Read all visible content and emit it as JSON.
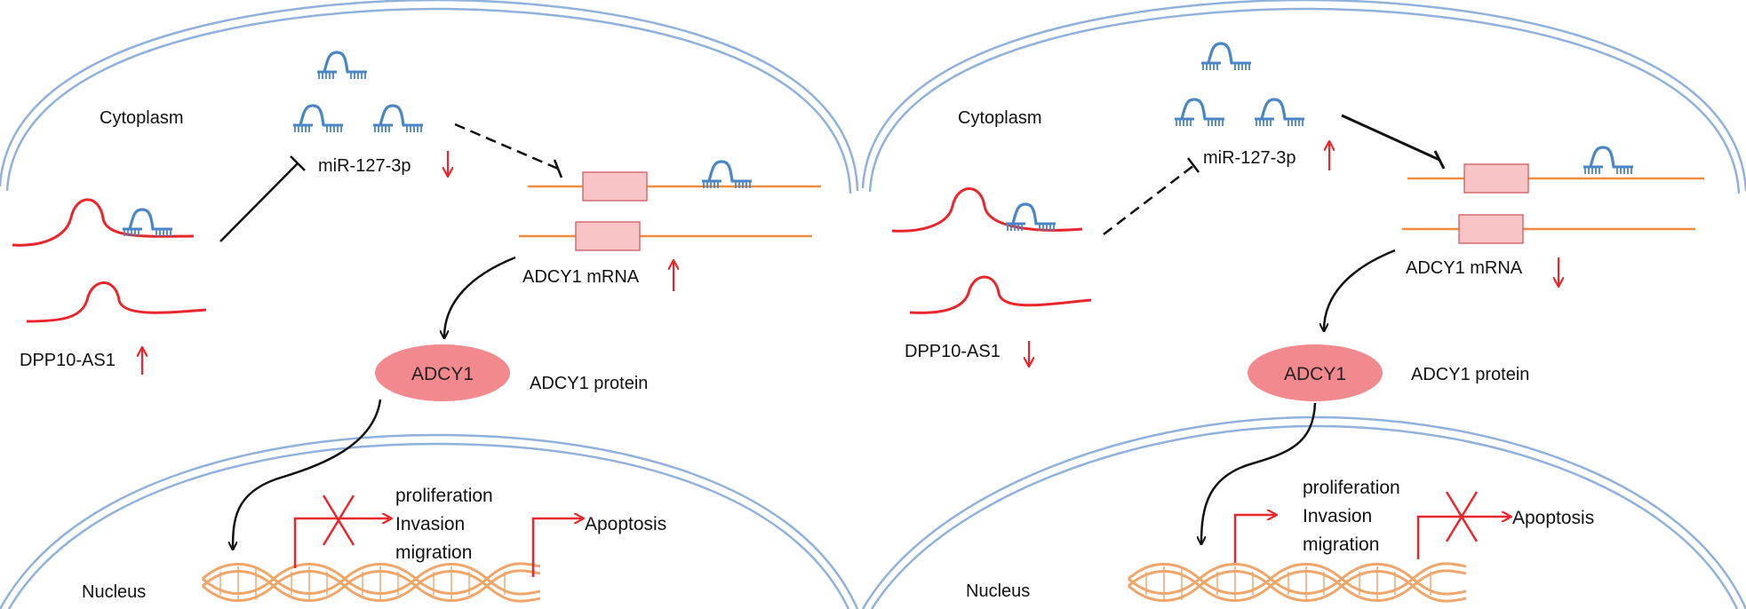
{
  "panels": [
    {
      "cytoplasm_label": "Cytoplasm",
      "nucleus_label": "Nucleus",
      "mirna_label": "miR-127-3p",
      "lncrna_label": "DPP10-AS1",
      "mrna_label": "ADCY1 mRNA",
      "protein_node_label": "ADCY1",
      "protein_label": "ADCY1 protein",
      "outcome_labels": [
        "proliferation",
        "Invasion",
        "migration"
      ],
      "apoptosis_label": "Apoptosis",
      "lncrna_direction": "up",
      "mirna_direction": "down",
      "mrna_direction": "up"
    },
    {
      "cytoplasm_label": "Cytoplasm",
      "nucleus_label": "Nucleus",
      "mirna_label": "miR-127-3p",
      "lncrna_label": "DPP10-AS1",
      "mrna_label": "ADCY1 mRNA",
      "protein_node_label": "ADCY1",
      "protein_label": "ADCY1 protein",
      "outcome_labels": [
        "proliferation",
        "Invasion",
        "migration"
      ],
      "apoptosis_label": "Apoptosis",
      "lncrna_direction": "down",
      "mirna_direction": "up",
      "mrna_direction": "down"
    }
  ],
  "colors": {
    "membrane": "#8fb1dc",
    "lncrna": "#e8262b",
    "mirna": "#4a86c5",
    "mrna_strand": "#f08a3c",
    "protein_fill": "#f1898f",
    "arrow_up_down": "#e8262b",
    "block_x": "#e8262b",
    "dna": "#f0a56a",
    "pathway_arrow": "#111111"
  }
}
